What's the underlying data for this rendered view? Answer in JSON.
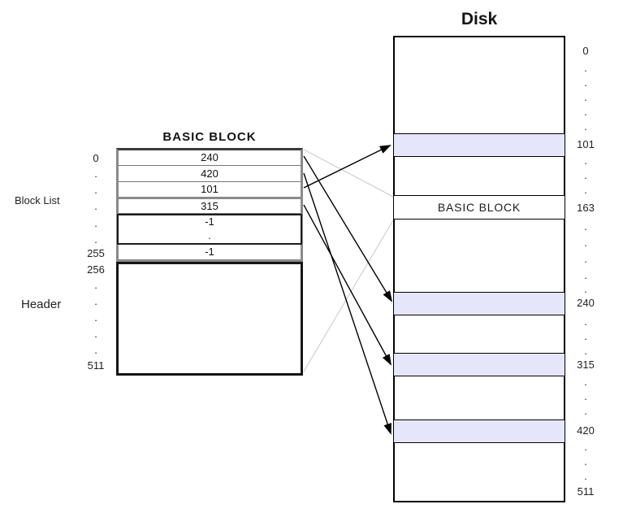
{
  "colors": {
    "highlight_fill": "#e6e6fa",
    "connector_gray": "#c9c9c9",
    "arrow_black": "#000000",
    "border_gray": "#8a8a8a"
  },
  "basic_block": {
    "title": "BASIC BLOCK",
    "rows": [
      "240",
      "420",
      "101",
      "315",
      "-1",
      ".",
      "-1"
    ],
    "index_labels": [
      "0",
      ".",
      ".",
      ".",
      ".",
      ".",
      "255",
      "256",
      ".",
      ".",
      ".",
      ".",
      ".",
      "511"
    ],
    "block_list_label": "Block List",
    "header_label": "Header"
  },
  "disk": {
    "title": "Disk",
    "basic_block_row_label": "BASIC BLOCK",
    "highlighted_blocks": [
      "101",
      "240",
      "315",
      "420"
    ],
    "index_labels": [
      "0",
      ".",
      ".",
      ".",
      ".",
      ".",
      "101",
      ".",
      ".",
      ".",
      "163",
      ".",
      ".",
      ".",
      ".",
      ".",
      "240",
      ".",
      ".",
      ".",
      "315",
      ".",
      ".",
      ".",
      "420",
      ".",
      ".",
      ".",
      "511"
    ]
  }
}
